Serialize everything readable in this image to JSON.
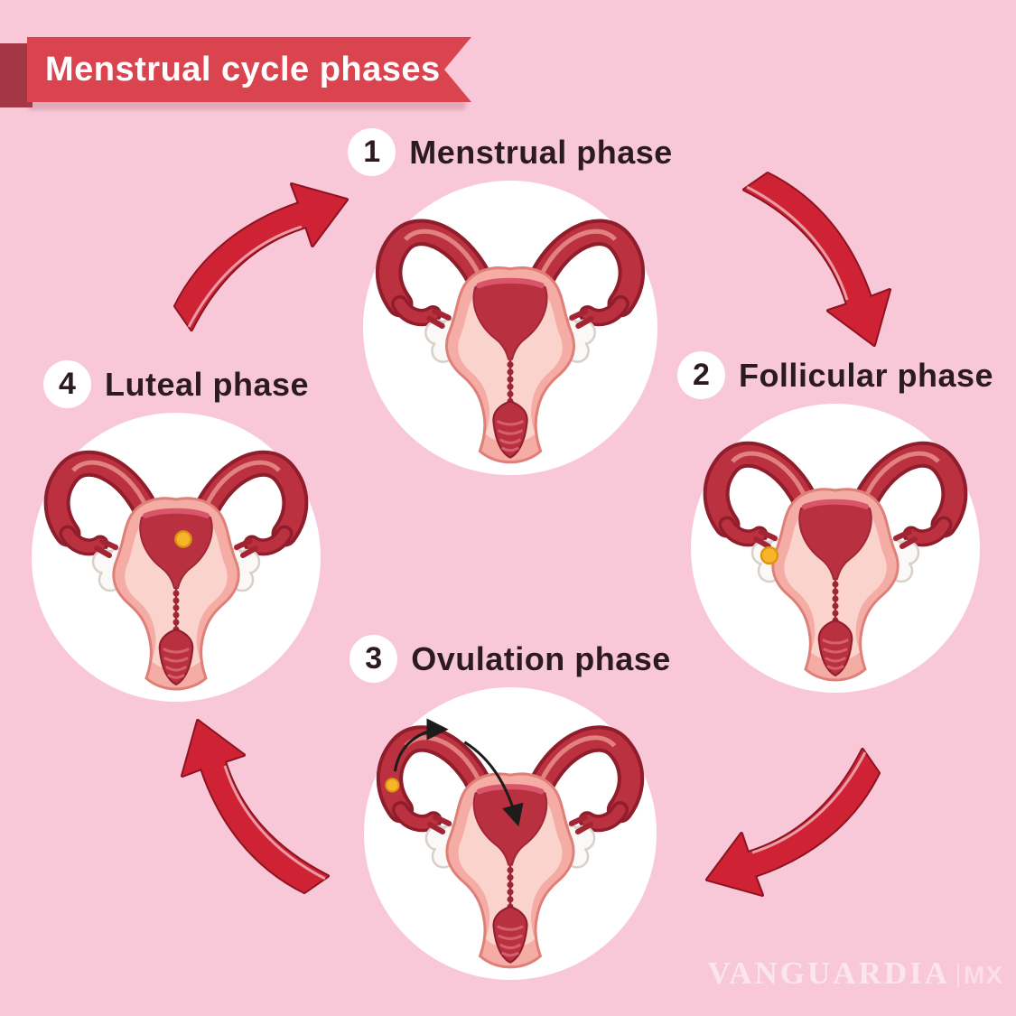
{
  "banner": {
    "title": "Menstrual cycle phases"
  },
  "phases": [
    {
      "number": "1",
      "label": "Menstrual phase",
      "position": "top",
      "illustration": "uterus-menstrual-illustration",
      "egg_location": "none"
    },
    {
      "number": "2",
      "label": "Follicular phase",
      "position": "right",
      "illustration": "uterus-follicular-illustration",
      "egg_location": "ovary"
    },
    {
      "number": "3",
      "label": "Ovulation phase",
      "position": "bottom",
      "illustration": "uterus-ovulation-illustration",
      "egg_location": "tube",
      "egg_path_arrows": true
    },
    {
      "number": "4",
      "label": "Luteal phase",
      "position": "left",
      "illustration": "uterus-luteal-illustration",
      "egg_location": "uterus"
    }
  ],
  "cycle_arrows": [
    {
      "from": "Menstrual phase",
      "to": "Follicular phase",
      "corner": "top-right"
    },
    {
      "from": "Follicular phase",
      "to": "Ovulation phase",
      "corner": "bottom-right"
    },
    {
      "from": "Ovulation phase",
      "to": "Luteal phase",
      "corner": "bottom-left"
    },
    {
      "from": "Luteal phase",
      "to": "Menstrual phase",
      "corner": "top-left"
    }
  ],
  "watermark": {
    "brand": "VANGUARDIA",
    "region": "MX"
  },
  "colors": {
    "background": "#F9C8D8",
    "banner_red": "#D9444F",
    "banner_fold": "#A33744",
    "arrow_red": "#D02235",
    "egg_yellow": "#F6B52B",
    "label_text": "#2B1B1E",
    "circle_fill": "#FFFFFF"
  }
}
